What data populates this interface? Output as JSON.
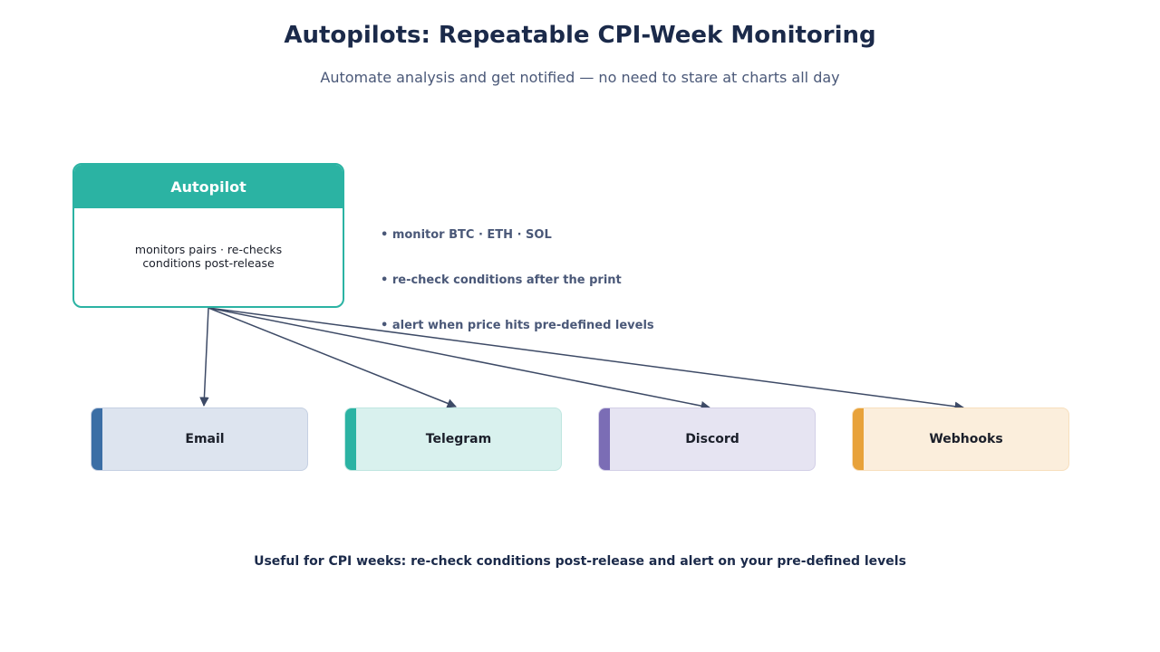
{
  "header": {
    "title": "Autopilots: Repeatable CPI-Week Monitoring",
    "subtitle": "Automate analysis and get notified — no need to stare at charts all day"
  },
  "autopilot": {
    "title": "Autopilot",
    "description": "monitors pairs · re-checks\nconditions post-release",
    "color": "#2bb3a3"
  },
  "bullets": [
    "• monitor BTC · ETH · SOL",
    "• re-check conditions after the print",
    "• alert when price hits pre-defined levels"
  ],
  "channels": [
    {
      "label": "Email",
      "accent": "#3b6ea5",
      "fill": "#dde4ef",
      "border": "#c5d0e2"
    },
    {
      "label": "Telegram",
      "accent": "#2bb3a3",
      "fill": "#d9f1ee",
      "border": "#bfe6e0"
    },
    {
      "label": "Discord",
      "accent": "#7b6db5",
      "fill": "#e6e4f2",
      "border": "#d3cfe7"
    },
    {
      "label": "Webhooks",
      "accent": "#e8a23a",
      "fill": "#fbeedc",
      "border": "#f7dfbd"
    }
  ],
  "footer": "Useful for CPI weeks: re-check conditions post-release and alert on your pre-defined levels"
}
